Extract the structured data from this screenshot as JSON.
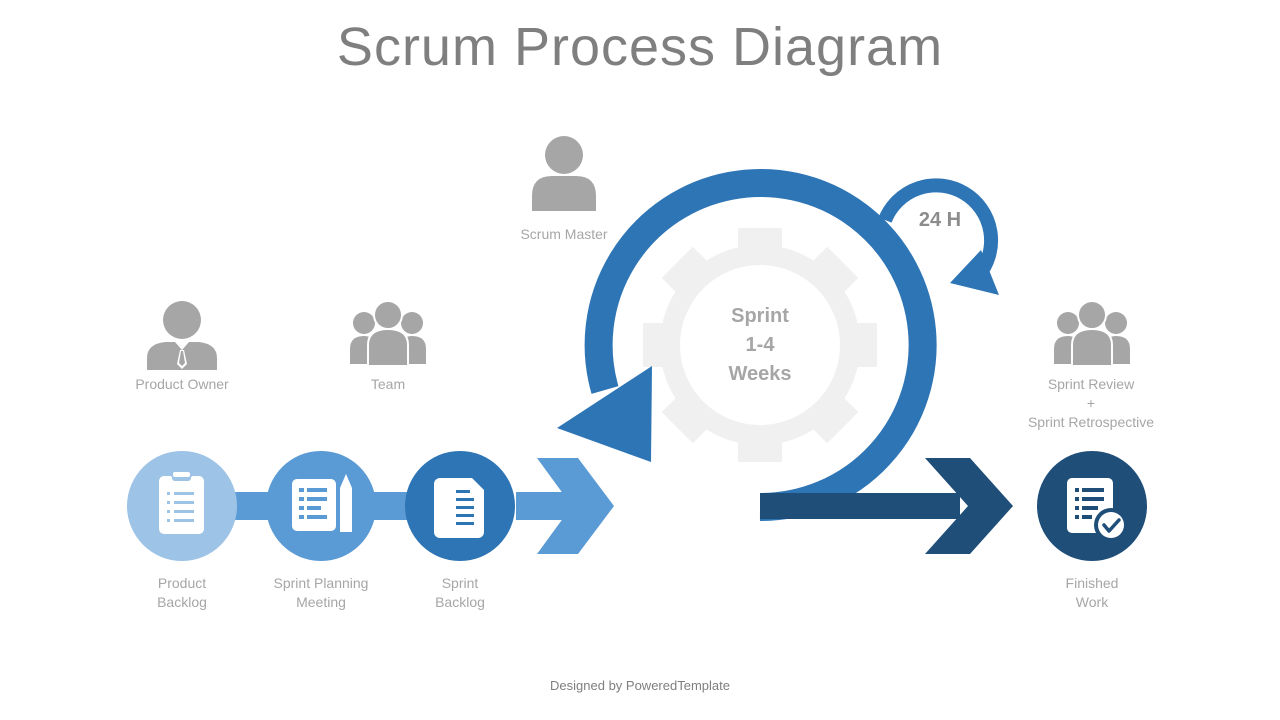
{
  "title": "Scrum Process Diagram",
  "roles": {
    "product_owner": "Product Owner",
    "team": "Team",
    "scrum_master": "Scrum Master",
    "review": "Sprint Review\n+\nSprint Retrospective"
  },
  "steps": {
    "product_backlog": "Product\nBacklog",
    "sprint_planning": "Sprint Planning\nMeeting",
    "sprint_backlog": "Sprint\nBacklog",
    "finished_work": "Finished\nWork"
  },
  "sprint": {
    "label": "Sprint\n1-4\nWeeks",
    "daily": "24 H"
  },
  "footer": "Designed by PoweredTemplate",
  "colors": {
    "light_blue": "#9dc3e6",
    "mid_blue": "#5b9bd5",
    "blue": "#2e75b6",
    "dark_blue": "#1f4e79",
    "icon_gray": "#a6a6a6",
    "gear_gray": "#f0f0f0"
  },
  "icons": [
    "person-icon",
    "business-person-icon",
    "group-icon",
    "clipboard-icon",
    "notes-pencil-icon",
    "folder-document-icon",
    "document-check-icon",
    "gear-icon"
  ]
}
